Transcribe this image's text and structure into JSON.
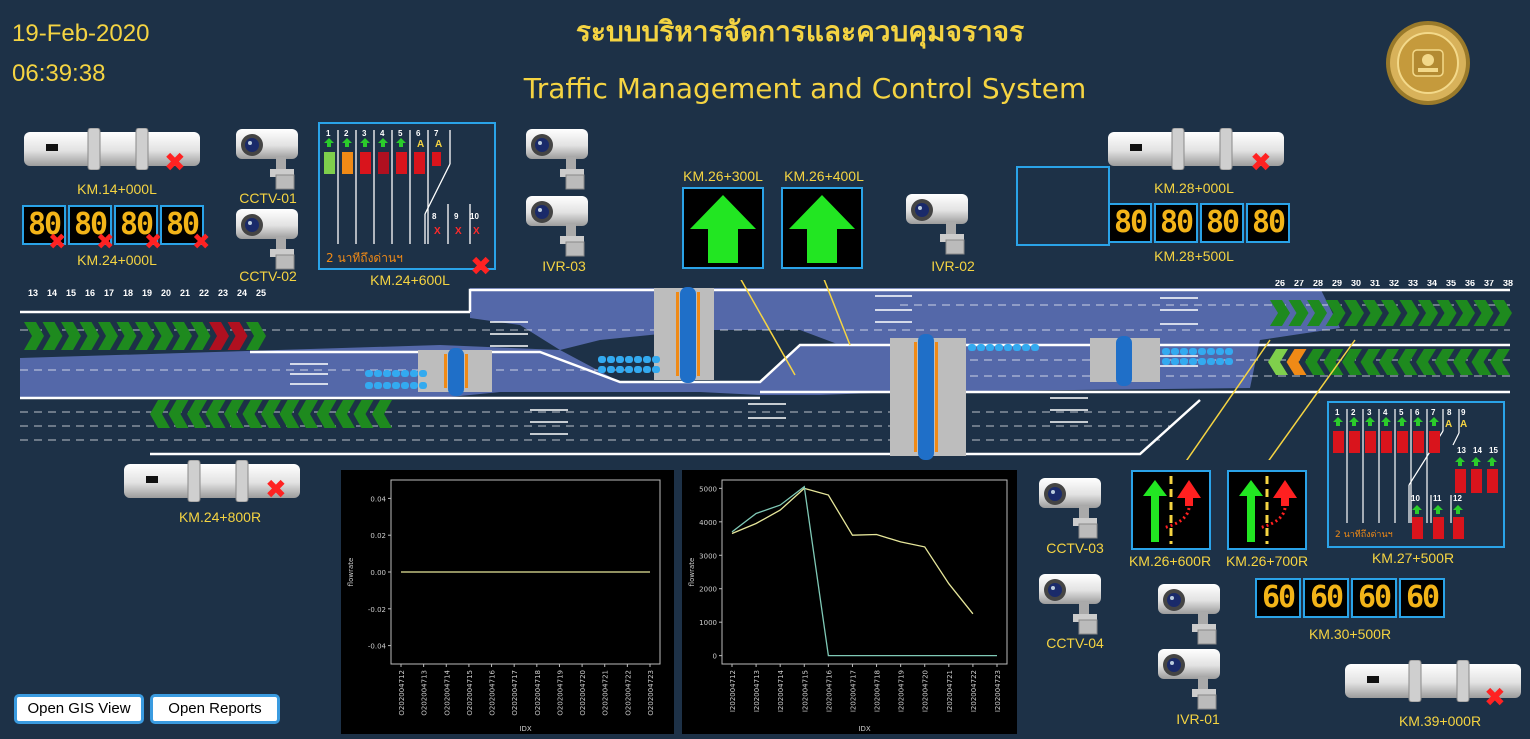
{
  "header": {
    "date": "19-Feb-2020",
    "time": "06:39:38",
    "title_th": "ระบบบริหารจัดการและควบคุมจราจร",
    "title_en": "Traffic Management and Control System"
  },
  "colors": {
    "background": "#1d3147",
    "accent": "#f5d442",
    "border": "#2aa3e8",
    "error": "#ff2222",
    "lane_green": "#1e8a1e",
    "lane_red": "#b01020",
    "arrow_green": "#22e622"
  },
  "stations": {
    "km14_000L": {
      "label": "KM.14+000L",
      "status": "offline"
    },
    "km24_000L": {
      "label": "KM.24+000L",
      "speeds": [
        "80",
        "80",
        "80",
        "80"
      ]
    },
    "km24_600L": {
      "label": "KM.24+600L",
      "note": "2 นาทีถึงด่านฯ",
      "lanes": [
        "1",
        "2",
        "3",
        "4",
        "5",
        "6",
        "7",
        "8",
        "9",
        "10"
      ],
      "lane_marks": [
        "A",
        "A"
      ]
    },
    "km26_300L": {
      "label": "KM.26+300L"
    },
    "km26_400L": {
      "label": "KM.26+400L"
    },
    "km28_000L": {
      "label": "KM.28+000L",
      "status": "offline"
    },
    "km28_500L": {
      "label": "KM.28+500L",
      "speeds": [
        "80",
        "80",
        "80",
        "80"
      ]
    },
    "km24_800R": {
      "label": "KM.24+800R",
      "status": "offline"
    },
    "km26_600R": {
      "label": "KM.26+600R"
    },
    "km26_700R": {
      "label": "KM.26+700R"
    },
    "km27_500R": {
      "label": "KM.27+500R",
      "note": "2 นาทีถึงด่านฯ",
      "lanes": [
        "1",
        "2",
        "3",
        "4",
        "5",
        "6",
        "7",
        "8",
        "9",
        "10",
        "11",
        "12",
        "13",
        "14",
        "15"
      ],
      "lane_marks": [
        "A",
        "A"
      ]
    },
    "km30_500R": {
      "label": "KM.30+500R",
      "speeds": [
        "60",
        "60",
        "60",
        "60"
      ]
    },
    "km39_000R": {
      "label": "KM.39+000R",
      "status": "offline"
    }
  },
  "cameras": {
    "cctv01": "CCTV-01",
    "cctv02": "CCTV-02",
    "cctv03": "CCTV-03",
    "cctv04": "CCTV-04",
    "ivr01": "IVR-01",
    "ivr02": "IVR-02",
    "ivr03": "IVR-03"
  },
  "lane_numbers_left": [
    "13",
    "14",
    "15",
    "16",
    "17",
    "18",
    "19",
    "20",
    "21",
    "22",
    "23",
    "24",
    "25"
  ],
  "lane_numbers_right": [
    "26",
    "27",
    "28",
    "29",
    "30",
    "31",
    "32",
    "33",
    "34",
    "35",
    "36",
    "37",
    "38"
  ],
  "buttons": {
    "gis": "Open GIS View",
    "reports": "Open Reports"
  },
  "chart_data": [
    {
      "type": "line",
      "title": "",
      "xlabel": "IDX",
      "ylabel": "flowrate",
      "categories": [
        "O202004712",
        "O202004713",
        "O202004714",
        "O202004715",
        "O202004716",
        "O202004717",
        "O202004718",
        "O202004719",
        "O202004720",
        "O202004721",
        "O202004722",
        "O202004723"
      ],
      "yticks": [
        "0.04",
        "0.02",
        "0.00",
        "-0.02",
        "-0.04"
      ],
      "ylim": [
        -0.05,
        0.05
      ],
      "series": [
        {
          "values": [
            0,
            0,
            0,
            0,
            0,
            0,
            0,
            0,
            0,
            0,
            0,
            0
          ],
          "color": "#e6e69a"
        }
      ]
    },
    {
      "type": "line",
      "title": "",
      "xlabel": "IDX",
      "ylabel": "flowrate",
      "categories": [
        "I202004712",
        "I202004713",
        "I202004714",
        "I202004715",
        "I202004716",
        "I202004717",
        "I202004718",
        "I202004719",
        "I202004720",
        "I202004721",
        "I202004722",
        "I202004723"
      ],
      "yticks": [
        "5000",
        "4000",
        "3000",
        "2000",
        "1000",
        "0"
      ],
      "ylim": [
        -250,
        5250
      ],
      "series": [
        {
          "values": [
            3650,
            3950,
            4350,
            5000,
            4800,
            3600,
            3620,
            3400,
            3250,
            2150,
            1250,
            null
          ],
          "color": "#e6e69a"
        },
        {
          "values": [
            3700,
            4250,
            4500,
            5050,
            0,
            0,
            0,
            0,
            0,
            0,
            0,
            0
          ],
          "color": "#7fc9b6"
        }
      ]
    }
  ]
}
